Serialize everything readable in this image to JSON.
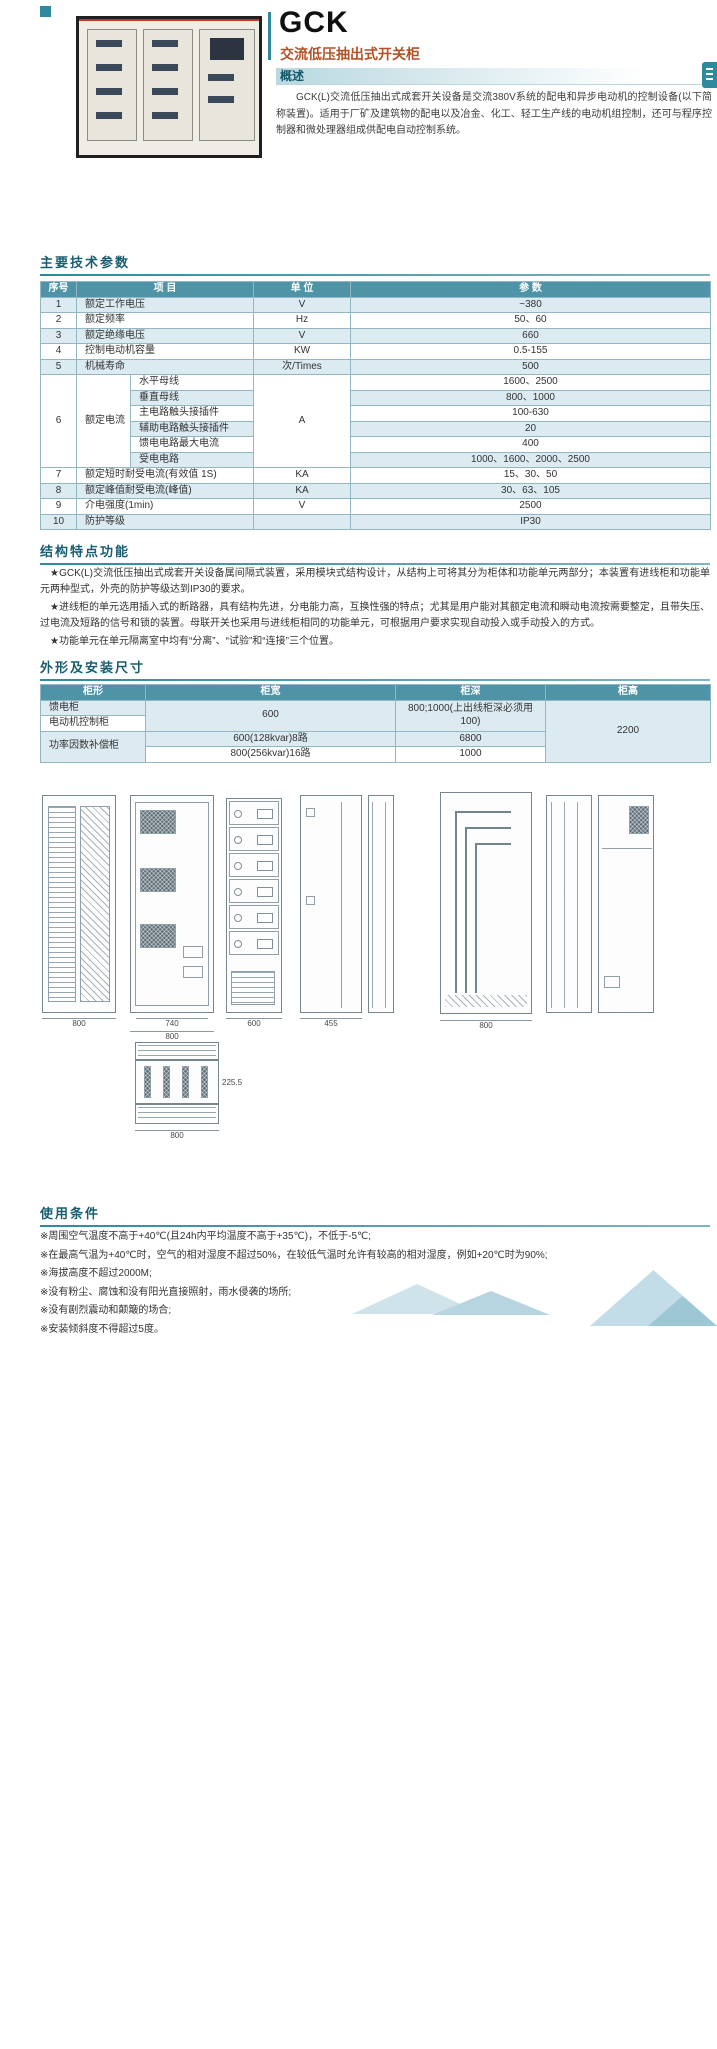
{
  "header": {
    "title": "GCK",
    "subtitle": "交流低压抽出式开关柜"
  },
  "overview": {
    "title": "概述",
    "body": "GCK(L)交流低压抽出式成套开关设备是交流380V系统的配电和异步电动机的控制设备(以下简称装置)。适用于厂矿及建筑物的配电以及冶金、化工、轻工生产线的电动机组控制，还可与程序控制器和微处理器组成供配电自动控制系统。"
  },
  "tech": {
    "title": "主要技术参数",
    "headers": {
      "no": "序号",
      "item": "项  目",
      "unit": "单  位",
      "param": "参  数"
    },
    "rows_top": [
      {
        "no": "1",
        "item": "额定工作电压",
        "unit": "V",
        "param": "~380"
      },
      {
        "no": "2",
        "item": "额定频率",
        "unit": "Hz",
        "param": "50、60"
      },
      {
        "no": "3",
        "item": "额定绝缘电压",
        "unit": "V",
        "param": "660"
      },
      {
        "no": "4",
        "item": "控制电动机容量",
        "unit": "KW",
        "param": "0.5-155"
      },
      {
        "no": "5",
        "item": "机械寿命",
        "unit": "次/Times",
        "param": "500"
      }
    ],
    "group": {
      "no": "6",
      "item": "额定电流",
      "unit": "A",
      "subs": [
        {
          "item": "水平母线",
          "param": "1600、2500"
        },
        {
          "item": "垂直母线",
          "param": "800、1000"
        },
        {
          "item": "主电路触头接插件",
          "param": "100-630"
        },
        {
          "item": "辅助电路触头接插件",
          "param": "20"
        },
        {
          "item": "馈电电路最大电流",
          "param": "400"
        },
        {
          "item": "受电电路",
          "param": "1000、1600、2000、2500"
        }
      ]
    },
    "rows_bottom": [
      {
        "no": "7",
        "item": "额定短时耐受电流(有效值 1S)",
        "unit": "KA",
        "param": "15、30、50"
      },
      {
        "no": "8",
        "item": "额定峰值耐受电流(峰值)",
        "unit": "KA",
        "param": "30、63、105"
      },
      {
        "no": "9",
        "item": "介电强度(1min)",
        "unit": "V",
        "param": "2500"
      },
      {
        "no": "10",
        "item": "防护等级",
        "unit": "",
        "param": "IP30"
      }
    ]
  },
  "features": {
    "title": "结构特点功能",
    "paragraphs": [
      "★GCK(L)交流低压抽出式成套开关设备属间隔式装置，采用模块式结构设计，从结构上可将其分为柜体和功能单元两部分；本装置有进线柜和功能单元两种型式，外壳的防护等级达到IP30的要求。",
      "★进线柜的单元选用插入式的断路器，具有结构先进，分电能力高，互换性强的特点；尤其是用户能对其额定电流和瞬动电流按需要整定，且带失压、过电流及短路的信号和锁的装置。母联开关也采用与进线柜相同的功能单元，可根据用户要求实现自动投入或手动投入的方式。",
      "★功能单元在单元隔离室中均有“分离”、“试验”和“连接”三个位置。"
    ]
  },
  "dims": {
    "title": "外形及安装尺寸",
    "headers": {
      "type": "柜形",
      "width": "柜宽",
      "depth": "柜深",
      "height": "柜高"
    },
    "r1_type": "馈电柜",
    "r2_type": "电动机控制柜",
    "r12_width": "600",
    "r12_depth": "800;1000(上出线柜深必须用100)",
    "r34_type": "功率因数补偿柜",
    "r3_width": "600(128kvar)8路",
    "r3_depth": "6800",
    "r4_width": "800(256kvar)16路",
    "r4_depth": "1000",
    "height_all": "2200"
  },
  "drawings": {
    "dim_a": "800",
    "dim_b1": "740",
    "dim_b2": "800",
    "dim_c": "600",
    "dim_d": "455",
    "dim_e": "800",
    "dim_h_side": "225.5",
    "dim_h_bottom": "800"
  },
  "usage": {
    "title": "使用条件",
    "items": [
      "※周围空气温度不高于+40℃(且24h内平均温度不高于+35℃)，不低于-5℃;",
      "※在最高气温为+40℃时，空气的相对湿度不超过50%，在较低气温时允许有较高的相对湿度，例如+20℃时为90%;",
      "※海拔高度不超过2000M;",
      "※没有粉尘、腐蚀和没有阳光直接照射，雨水侵袭的场所;",
      "※没有剧烈震动和颠簸的场合;",
      "※安装倾斜度不得超过5度。"
    ]
  }
}
